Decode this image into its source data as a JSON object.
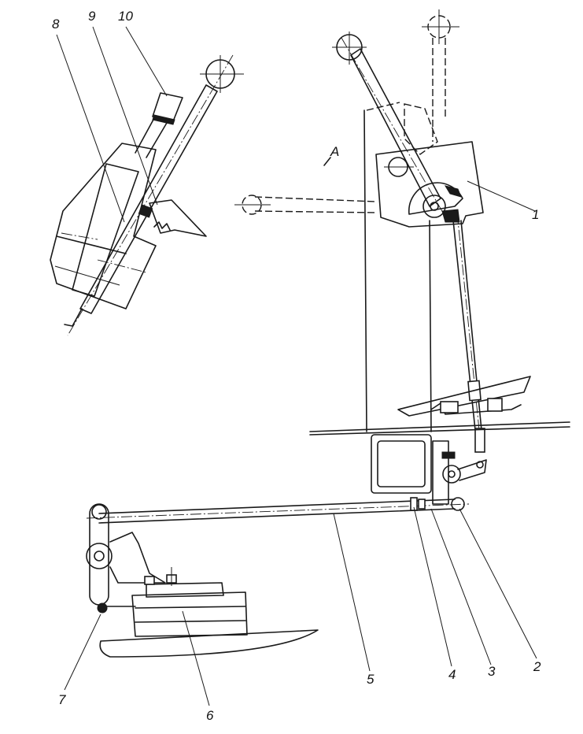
{
  "diagram": {
    "view_label": "A",
    "callouts": [
      {
        "id": "1",
        "label": "1"
      },
      {
        "id": "2",
        "label": "2"
      },
      {
        "id": "3",
        "label": "3"
      },
      {
        "id": "4",
        "label": "4"
      },
      {
        "id": "5",
        "label": "5"
      },
      {
        "id": "6",
        "label": "6"
      },
      {
        "id": "7",
        "label": "7"
      },
      {
        "id": "8",
        "label": "8"
      },
      {
        "id": "9",
        "label": "9"
      },
      {
        "id": "10",
        "label": "10"
      }
    ]
  }
}
